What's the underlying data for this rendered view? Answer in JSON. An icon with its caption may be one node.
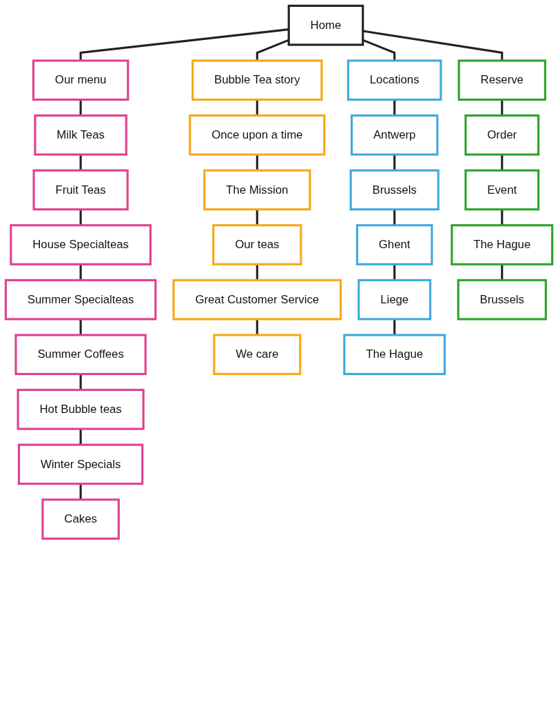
{
  "diagram": {
    "nodes": [
      {
        "text": [
          "Home"
        ]
      },
      {
        "text": [
          "Our menu"
        ]
      },
      {
        "text": [
          "Milk Teas"
        ]
      },
      {
        "text": [
          "Fruit Teas"
        ]
      },
      {
        "text": [
          "House Specialteas"
        ]
      },
      {
        "text": [
          "Summer Specialteas"
        ]
      },
      {
        "text": [
          "Summer Coffees"
        ]
      },
      {
        "text": [
          "Hot Bubble teas"
        ]
      },
      {
        "text": [
          "Winter Specials"
        ]
      },
      {
        "text": [
          "Cakes"
        ]
      },
      {
        "text": [
          "Bubble Tea story"
        ]
      },
      {
        "text": [
          "Once upon a time"
        ]
      },
      {
        "text": [
          "The Mission"
        ]
      },
      {
        "text": [
          "Our teas"
        ]
      },
      {
        "text": [
          "Great Customer Service"
        ]
      },
      {
        "text": [
          "We care"
        ]
      },
      {
        "text": [
          "Locations"
        ]
      },
      {
        "text": [
          "Antwerp"
        ]
      },
      {
        "text": [
          "Brussels"
        ]
      },
      {
        "text": [
          "Ghent"
        ]
      },
      {
        "text": [
          "Liege"
        ]
      },
      {
        "text": [
          "The Hague"
        ]
      },
      {
        "text": [
          "Reserve"
        ]
      },
      {
        "text": [
          "Order"
        ]
      },
      {
        "text": [
          "Event"
        ]
      },
      {
        "text": [
          "The Hague"
        ]
      },
      {
        "text": [
          "Brussels"
        ]
      }
    ],
    "edges": [
      {
        "from": 0,
        "to": 1,
        "arrow": "none"
      },
      {
        "from": 0,
        "to": 10,
        "arrow": "none"
      },
      {
        "from": 0,
        "to": 16,
        "arrow": "none"
      },
      {
        "from": 0,
        "to": 22,
        "arrow": "none"
      },
      {
        "from": 1,
        "to": 2,
        "arrow": "none"
      },
      {
        "from": 2,
        "to": 3,
        "arrow": "none"
      },
      {
        "from": 3,
        "to": 4,
        "arrow": "none"
      },
      {
        "from": 4,
        "to": 5,
        "arrow": "none"
      },
      {
        "from": 5,
        "to": 6,
        "arrow": "none"
      },
      {
        "from": 6,
        "to": 7,
        "arrow": "none"
      },
      {
        "from": 7,
        "to": 8,
        "arrow": "none"
      },
      {
        "from": 8,
        "to": 9,
        "arrow": "none"
      },
      {
        "from": 10,
        "to": 11,
        "arrow": "none"
      },
      {
        "from": 11,
        "to": 12,
        "arrow": "none"
      },
      {
        "from": 12,
        "to": 13,
        "arrow": "none"
      },
      {
        "from": 13,
        "to": 14,
        "arrow": "none"
      },
      {
        "from": 14,
        "to": 15,
        "arrow": "none"
      },
      {
        "from": 16,
        "to": 17,
        "arrow": "none"
      },
      {
        "from": 17,
        "to": 18,
        "arrow": "none"
      },
      {
        "from": 18,
        "to": 19,
        "arrow": "none"
      },
      {
        "from": 19,
        "to": 20,
        "arrow": "none"
      },
      {
        "from": 20,
        "to": 21,
        "arrow": "none"
      },
      {
        "from": 22,
        "to": 23,
        "arrow": "none"
      },
      {
        "from": 23,
        "to": 24,
        "arrow": "none"
      },
      {
        "from": 24,
        "to": 25,
        "arrow": "none"
      },
      {
        "from": 25,
        "to": 26,
        "arrow": "none"
      }
    ]
  }
}
